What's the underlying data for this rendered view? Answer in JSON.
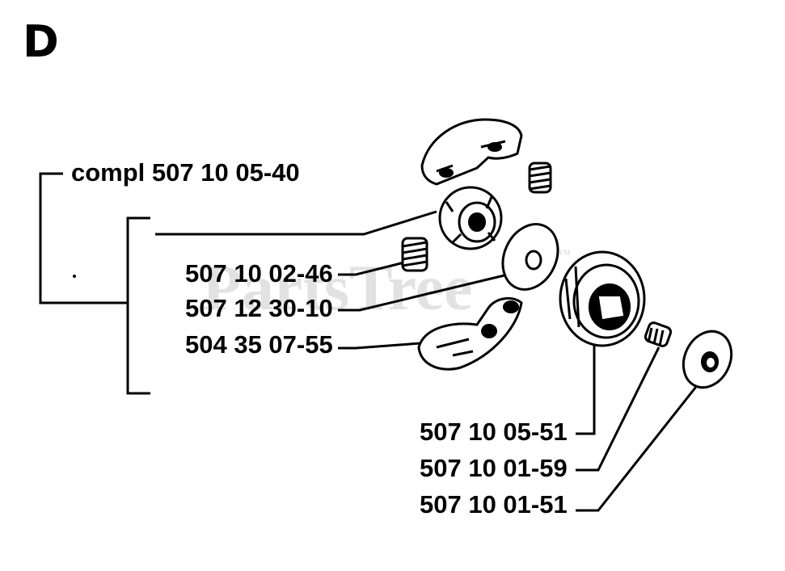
{
  "diagram": {
    "section_letter": "D",
    "watermark": "PartsTree",
    "watermark_tm": "™",
    "assembly_label": "compl 507 10 05-40",
    "callouts": [
      {
        "label": "507 10 02-46"
      },
      {
        "label": "507 12 30-10"
      },
      {
        "label": "504 35 07-55"
      },
      {
        "label": "507 10 05-51"
      },
      {
        "label": "507 10 01-59"
      },
      {
        "label": "507 10 01-51"
      }
    ]
  }
}
